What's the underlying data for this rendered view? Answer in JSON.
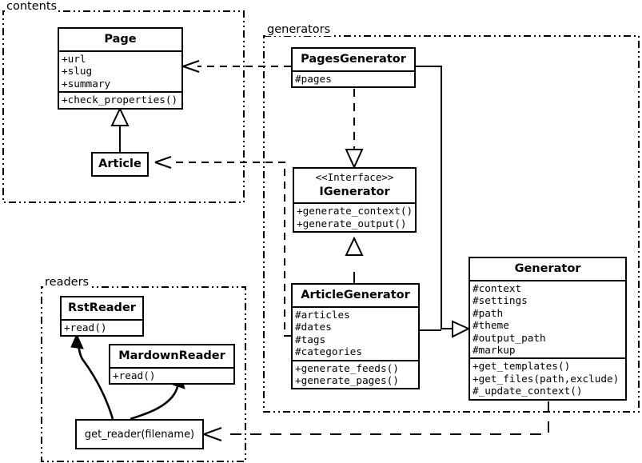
{
  "diagram": {
    "title": "UML class diagram",
    "stroke_color": "#000000",
    "background": "#ffffff"
  },
  "packages": [
    {
      "id": "contents",
      "label": "contents",
      "border_style": "dash-dot-dot"
    },
    {
      "id": "generators",
      "label": "generators",
      "border_style": "dash-dot-dot"
    },
    {
      "id": "readers",
      "label": "readers",
      "border_style": "dash-dot-dot"
    }
  ],
  "classes": {
    "page": {
      "name": "Page",
      "stereotype": "",
      "attributes": [
        "+url",
        "+slug",
        "+summary"
      ],
      "methods": [
        "+check_properties()"
      ]
    },
    "article": {
      "name": "Article",
      "stereotype": "",
      "attributes": [],
      "methods": []
    },
    "pages_generator": {
      "name": "PagesGenerator",
      "stereotype": "",
      "attributes": [
        "#pages"
      ],
      "methods": []
    },
    "igenerator": {
      "name": "IGenerator",
      "stereotype": "<<Interface>>",
      "attributes": [],
      "methods": [
        "+generate_context()",
        "+generate_output()"
      ]
    },
    "article_generator": {
      "name": "ArticleGenerator",
      "stereotype": "",
      "attributes": [
        "#articles",
        "#dates",
        "#tags",
        "#categories"
      ],
      "methods": [
        "+generate_feeds()",
        "+generate_pages()"
      ]
    },
    "generator": {
      "name": "Generator",
      "stereotype": "",
      "attributes": [
        "#context",
        "#settings",
        "#path",
        "#theme",
        "#output_path",
        "#markup"
      ],
      "methods": [
        "+get_templates()",
        "+get_files(path,exclude)",
        "#_update_context()"
      ]
    },
    "rst_reader": {
      "name": "RstReader",
      "stereotype": "",
      "attributes": [],
      "methods": [
        "+read()"
      ]
    },
    "mardown_reader": {
      "name": "MardownReader",
      "stereotype": "",
      "attributes": [],
      "methods": [
        "+read()"
      ]
    }
  },
  "functions": {
    "get_reader": {
      "label": "get_reader(filename)"
    }
  },
  "relationships": [
    {
      "from": "article",
      "to": "page",
      "type": "generalization",
      "arrow": "hollow-triangle",
      "line": "solid"
    },
    {
      "from": "pages_generator",
      "to": "page",
      "type": "dependency",
      "arrow": "open",
      "line": "dashed"
    },
    {
      "from": "article_generator",
      "to": "article",
      "type": "dependency",
      "arrow": "open",
      "line": "dashed"
    },
    {
      "from": "pages_generator",
      "to": "igenerator",
      "type": "realization",
      "arrow": "hollow-triangle",
      "line": "dashed"
    },
    {
      "from": "article_generator",
      "to": "igenerator",
      "type": "generalization",
      "arrow": "hollow-triangle",
      "line": "solid"
    },
    {
      "from": "pages_generator",
      "to": "generator",
      "type": "generalization",
      "arrow": "hollow-triangle",
      "line": "solid"
    },
    {
      "from": "article_generator",
      "to": "generator",
      "type": "generalization",
      "arrow": "hollow-triangle",
      "line": "solid"
    },
    {
      "from": "generator",
      "to": "get_reader",
      "type": "dependency",
      "arrow": "open",
      "line": "dashed"
    },
    {
      "from": "get_reader",
      "to": "rst_reader",
      "type": "return",
      "arrow": "open-curved",
      "line": "solid"
    },
    {
      "from": "get_reader",
      "to": "mardown_reader",
      "type": "return",
      "arrow": "open-curved",
      "line": "solid"
    }
  ]
}
